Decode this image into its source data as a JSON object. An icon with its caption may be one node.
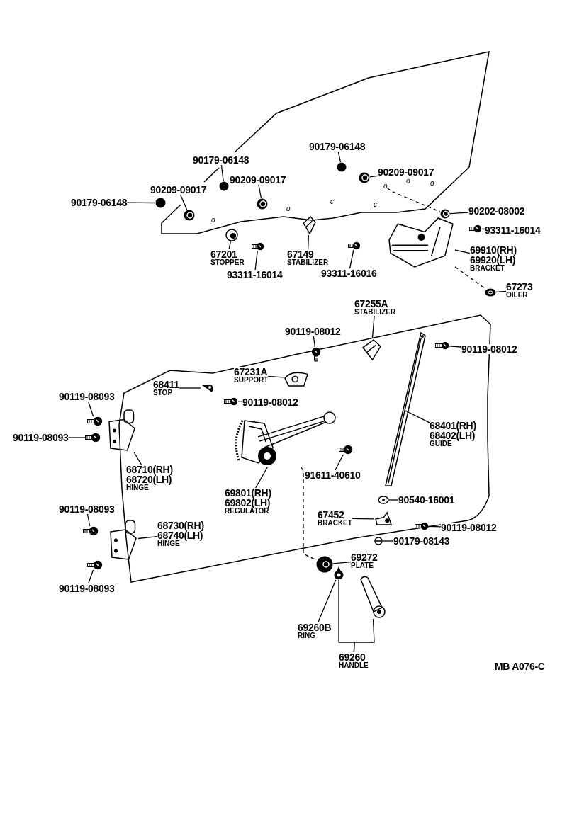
{
  "diagram": {
    "nodes": [
      {
        "text": [
          "90179-06148"
        ]
      },
      {
        "text": [],
        "shape": "circle"
      },
      {
        "text": [
          "90209-09017"
        ]
      },
      {
        "text": [],
        "shape": "picture"
      },
      {
        "text": [
          "90179-06148"
        ]
      },
      {
        "text": [],
        "shape": "circle"
      },
      {
        "text": [
          "90209-09017"
        ]
      },
      {
        "text": [],
        "shape": "picture"
      },
      {
        "text": [
          "90179-06148"
        ]
      },
      {
        "text": [],
        "shape": "circle"
      },
      {
        "text": [
          "90209-09017"
        ]
      },
      {
        "text": [],
        "shape": "picture"
      },
      {
        "text": [
          "90202-08002"
        ]
      },
      {
        "text": [],
        "shape": "picture"
      },
      {
        "text": [
          "93311-16014"
        ]
      },
      {
        "text": [],
        "shape": "picture"
      },
      {
        "text": [
          "67201",
          "STOPPER"
        ]
      },
      {
        "text": [],
        "shape": "picture"
      },
      {
        "text": [
          "93311-16014"
        ]
      },
      {
        "text": [],
        "shape": "picture"
      },
      {
        "text": [
          "67149",
          "STABILIZER"
        ]
      },
      {
        "text": [],
        "shape": "picture"
      },
      {
        "text": [
          "93311-16016"
        ]
      },
      {
        "text": [],
        "shape": "picture"
      },
      {
        "text": [
          "69910(RH)",
          "69920(LH)",
          "BRACKET"
        ]
      },
      {
        "text": [],
        "shape": "picture"
      },
      {
        "text": [
          "67273",
          "OILER"
        ]
      },
      {
        "text": [],
        "shape": "picture"
      },
      {
        "text": [
          "67255A",
          "STABILIZER"
        ]
      },
      {
        "text": [],
        "shape": "picture"
      },
      {
        "text": [
          "90119-08012"
        ]
      },
      {
        "text": [],
        "shape": "picture"
      },
      {
        "text": [
          "90119-08012"
        ]
      },
      {
        "text": [],
        "shape": "picture"
      },
      {
        "text": [
          "67231A",
          "SUPPORT"
        ]
      },
      {
        "text": [],
        "shape": "picture"
      },
      {
        "text": [
          "68411",
          "STOP"
        ]
      },
      {
        "text": [],
        "shape": "picture"
      },
      {
        "text": [
          "90119-08012"
        ]
      },
      {
        "text": [],
        "shape": "picture"
      },
      {
        "text": [
          "90119-08093"
        ]
      },
      {
        "text": [],
        "shape": "picture"
      },
      {
        "text": [
          "90119-08093"
        ]
      },
      {
        "text": [],
        "shape": "picture"
      },
      {
        "text": [
          "68710(RH)",
          "68720(LH)",
          "HINGE"
        ]
      },
      {
        "text": [],
        "shape": "picture"
      },
      {
        "text": [
          "69801(RH)",
          "69802(LH)",
          "REGULATOR"
        ]
      },
      {
        "text": [],
        "shape": "picture"
      },
      {
        "text": [
          "68401(RH)",
          "68402(LH)",
          "GUIDE"
        ]
      },
      {
        "text": [],
        "shape": "picture"
      },
      {
        "text": [
          "91611-40610"
        ]
      },
      {
        "text": [],
        "shape": "picture"
      },
      {
        "text": [
          "90540-16001"
        ]
      },
      {
        "text": [],
        "shape": "picture"
      },
      {
        "text": [
          "67452",
          "BRACKET"
        ]
      },
      {
        "text": [],
        "shape": "picture"
      },
      {
        "text": [
          "90119-08012"
        ]
      },
      {
        "text": [],
        "shape": "picture"
      },
      {
        "text": [
          "90179-08143"
        ]
      },
      {
        "text": [],
        "shape": "picture"
      },
      {
        "text": [
          "90119-08093"
        ]
      },
      {
        "text": [],
        "shape": "picture"
      },
      {
        "text": [
          "68730(RH)",
          "68740(LH)",
          "HINGE"
        ]
      },
      {
        "text": [],
        "shape": "picture"
      },
      {
        "text": [
          "90119-08093"
        ]
      },
      {
        "text": [],
        "shape": "picture"
      },
      {
        "text": [
          "69272",
          "PLATE"
        ]
      },
      {
        "text": [],
        "shape": "picture"
      },
      {
        "text": [
          "69260B",
          "RING"
        ]
      },
      {
        "text": [],
        "shape": "picture"
      },
      {
        "text": [
          "69260",
          "HANDLE"
        ]
      },
      {
        "text": [],
        "shape": "picture"
      },
      {
        "text": [
          "o"
        ]
      }
    ],
    "edges": [
      {
        "from": 0,
        "to": 1,
        "arrow": "none"
      },
      {
        "from": 2,
        "to": 3,
        "arrow": "none"
      },
      {
        "from": 4,
        "to": 5,
        "arrow": "none"
      },
      {
        "from": 6,
        "to": 7,
        "arrow": "none"
      },
      {
        "from": 8,
        "to": 9,
        "arrow": "none"
      },
      {
        "from": 10,
        "to": 11,
        "arrow": "none"
      },
      {
        "from": 12,
        "to": 13,
        "arrow": "none"
      },
      {
        "from": 14,
        "to": 15,
        "arrow": "none"
      },
      {
        "from": 16,
        "to": 17,
        "arrow": "none"
      },
      {
        "from": 18,
        "to": 19,
        "arrow": "none"
      },
      {
        "from": 20,
        "to": 21,
        "arrow": "none"
      },
      {
        "from": 22,
        "to": 23,
        "arrow": "none"
      },
      {
        "from": 24,
        "to": 25,
        "arrow": "none"
      },
      {
        "from": 26,
        "to": 27,
        "arrow": "none"
      },
      {
        "from": 28,
        "to": 29,
        "arrow": "none"
      },
      {
        "from": 30,
        "to": 31,
        "arrow": "none"
      },
      {
        "from": 32,
        "to": 33,
        "arrow": "none"
      },
      {
        "from": 34,
        "to": 35,
        "arrow": "none"
      },
      {
        "from": 36,
        "to": 37,
        "arrow": "none"
      },
      {
        "from": 38,
        "to": 39,
        "arrow": "none"
      },
      {
        "from": 40,
        "to": 41,
        "arrow": "none"
      },
      {
        "from": 42,
        "to": 43,
        "arrow": "none"
      },
      {
        "from": 44,
        "to": 45,
        "arrow": "none"
      },
      {
        "from": 46,
        "to": 47,
        "arrow": "none"
      },
      {
        "from": 48,
        "to": 49,
        "arrow": "none"
      },
      {
        "from": 50,
        "to": 51,
        "arrow": "none"
      },
      {
        "from": 52,
        "to": 53,
        "arrow": "none"
      },
      {
        "from": 54,
        "to": 55,
        "arrow": "none"
      },
      {
        "from": 56,
        "to": 57,
        "arrow": "none"
      },
      {
        "from": 58,
        "to": 59,
        "arrow": "none"
      },
      {
        "from": 60,
        "to": 61,
        "arrow": "none"
      },
      {
        "from": 62,
        "to": 63,
        "arrow": "none"
      },
      {
        "from": 64,
        "to": 65,
        "arrow": "none"
      },
      {
        "from": 66,
        "to": 67,
        "arrow": "none"
      },
      {
        "from": 68,
        "to": 69,
        "arrow": "none"
      },
      {
        "from": 70,
        "to": 71,
        "arrow": "none"
      },
      {
        "from": 70,
        "to": 69,
        "arrow": "none"
      },
      {
        "from": 72,
        "to": 13,
        "arrow": "none",
        "style": "dashed"
      },
      {
        "from": 25,
        "to": 27,
        "arrow": "none",
        "style": "dashed"
      },
      {
        "from": 47,
        "to": 67,
        "arrow": "none",
        "style": "dashed"
      }
    ],
    "labels": [
      "o",
      "o",
      "c",
      "c",
      "o",
      "o",
      "MB A076-C"
    ]
  }
}
